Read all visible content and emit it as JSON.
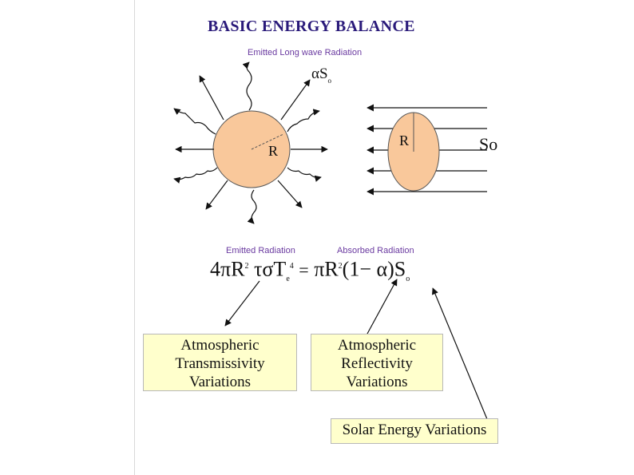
{
  "title": "BASIC ENERGY BALANCE",
  "labels": {
    "emitted_longwave": "Emitted Long wave Radiation",
    "albedo_solar": "αS",
    "albedo_solar_sub": "o",
    "earth_radius": "R",
    "disc_radius": "R",
    "solar_constant": "So",
    "emitted_radiation": "Emitted Radiation",
    "absorbed_radiation": "Absorbed Radiation"
  },
  "equation": {
    "left": "4πR",
    "exp1": "2",
    "mid": "τσT",
    "sub_e": "e",
    "exp4": "4",
    "equals": "=",
    "right": "πR",
    "exp2": "2",
    "paren": "(1− α)S",
    "sub_o": "o"
  },
  "boxes": {
    "transmissivity": [
      "Atmospheric",
      "Transmissivity",
      "Variations"
    ],
    "reflectivity": [
      "Atmospheric",
      "Reflectivity",
      "Variations"
    ],
    "solar": "Solar Energy Variations"
  },
  "colors": {
    "sun_fill": "#f9c89b",
    "disc_fill": "#f9c89b",
    "title": "#2a1a7a",
    "caption": "#6a3aa0",
    "box_fill": "#ffffcc"
  }
}
